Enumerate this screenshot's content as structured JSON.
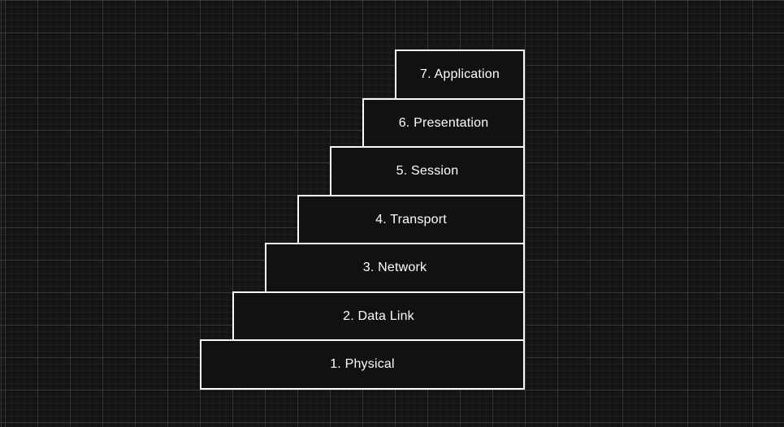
{
  "canvas": {
    "background": "#141414",
    "grid": {
      "minor_color": "#1e1e1e",
      "major_color": "#383838"
    }
  },
  "box": {
    "fill": "#111111",
    "border_color": "#fafafa",
    "text_color": "#ffffff"
  },
  "layers": [
    {
      "label": "7. Application"
    },
    {
      "label": "6. Presentation"
    },
    {
      "label": "5. Session"
    },
    {
      "label": "4. Transport"
    },
    {
      "label": "3. Network"
    },
    {
      "label": "2. Data Link"
    },
    {
      "label": "1. Physical"
    }
  ]
}
